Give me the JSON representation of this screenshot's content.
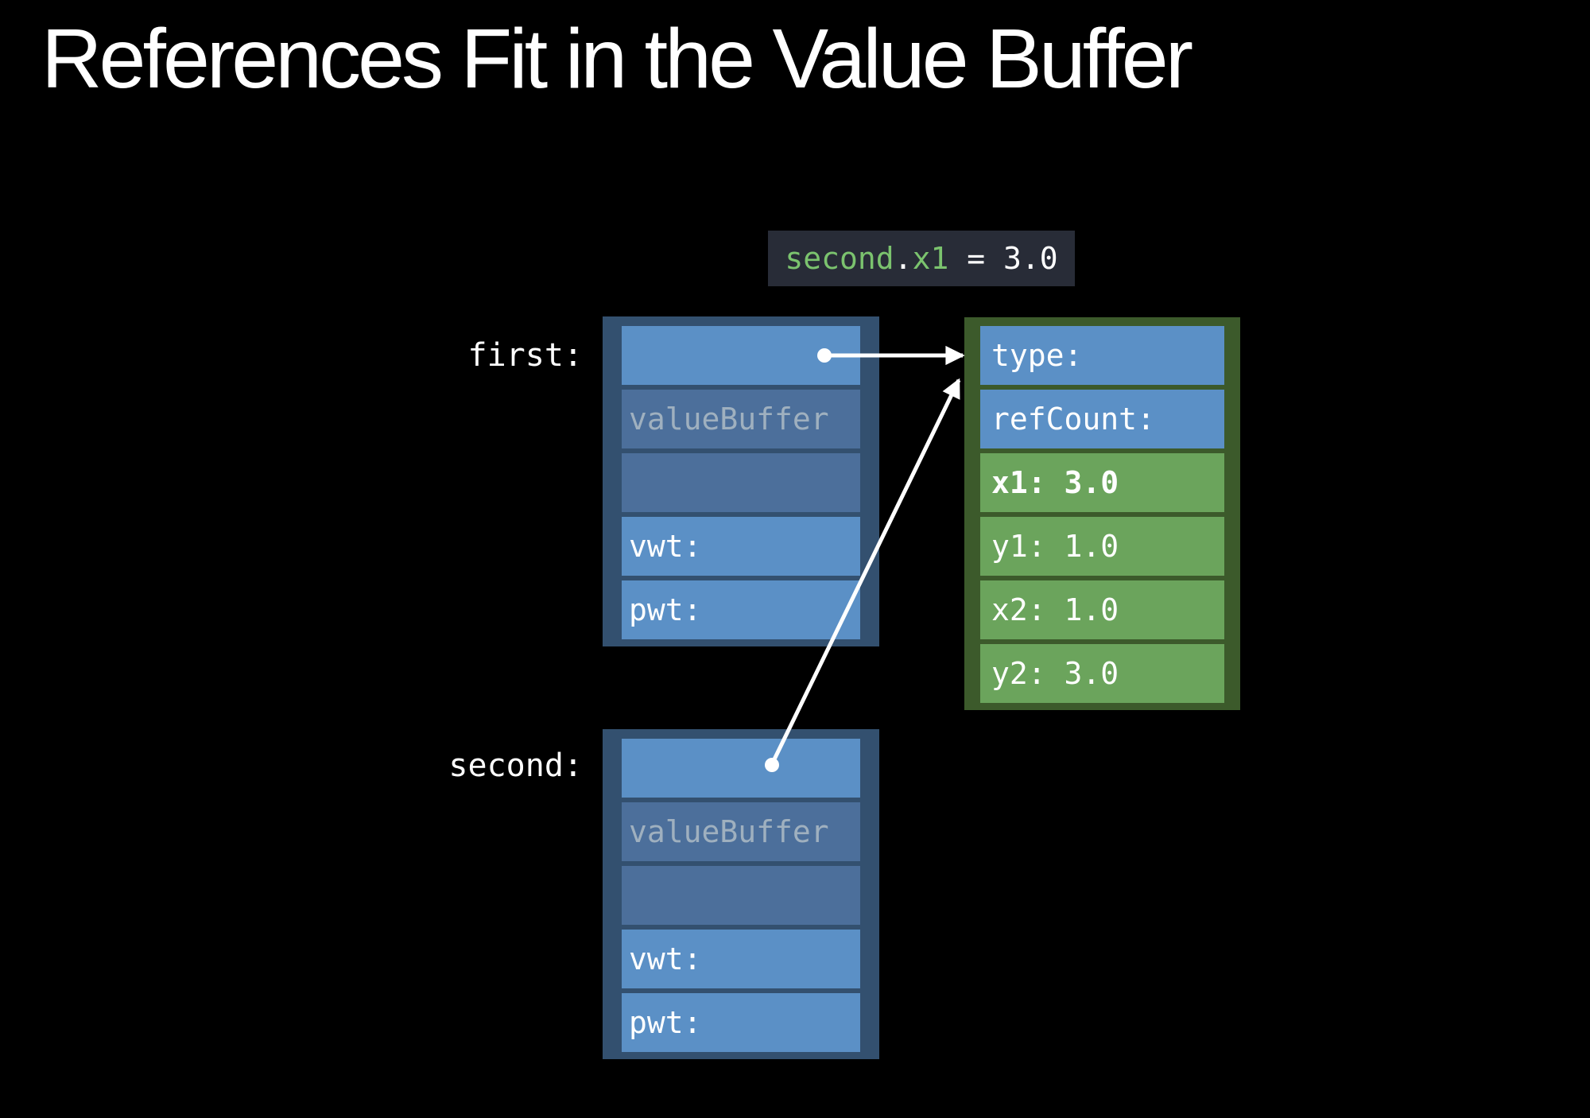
{
  "slide": {
    "title": "References Fit in the Value Buffer"
  },
  "code_banner": {
    "tokens": [
      {
        "text": "second",
        "style": "identifier-green"
      },
      {
        "text": ".",
        "style": "plain-white"
      },
      {
        "text": "x1",
        "style": "identifier-green"
      },
      {
        "text": " = 3.0",
        "style": "plain-white"
      }
    ],
    "full_text": "second.x1 = 3.0"
  },
  "stacks": [
    {
      "label": "first:",
      "rows": [
        {
          "label": "",
          "kind": "bright-pointer-slot"
        },
        {
          "label": "valueBuffer",
          "kind": "muted-caption"
        },
        {
          "label": "",
          "kind": "muted-slot"
        },
        {
          "label": "vwt:",
          "kind": "bright"
        },
        {
          "label": "pwt:",
          "kind": "bright"
        }
      ]
    },
    {
      "label": "second:",
      "rows": [
        {
          "label": "",
          "kind": "bright-pointer-slot"
        },
        {
          "label": "valueBuffer",
          "kind": "muted-caption"
        },
        {
          "label": "",
          "kind": "muted-slot"
        },
        {
          "label": "vwt:",
          "kind": "bright"
        },
        {
          "label": "pwt:",
          "kind": "bright"
        }
      ]
    }
  ],
  "heap_object": {
    "rows": [
      {
        "label": "type:",
        "kind": "blue"
      },
      {
        "label": "refCount:",
        "kind": "blue"
      },
      {
        "label": "x1: 3.0",
        "kind": "green-bold"
      },
      {
        "label": "y1: 1.0",
        "kind": "green"
      },
      {
        "label": "x2: 1.0",
        "kind": "green"
      },
      {
        "label": "y2: 3.0",
        "kind": "green"
      }
    ]
  },
  "colors": {
    "background": "#000000",
    "title_text": "#ffffff",
    "code_bg": "#282c37",
    "code_green": "#7bc36e",
    "code_white": "#ffffff",
    "container_blue": "#33506f",
    "row_bright": "#5b90c6",
    "row_muted": "#4c6f9b",
    "muted_text": "#9fb0bf",
    "container_green": "#3c5a2b",
    "row_green": "#6ba45c",
    "row_text": "#ffffff",
    "arrow": "#ffffff"
  }
}
